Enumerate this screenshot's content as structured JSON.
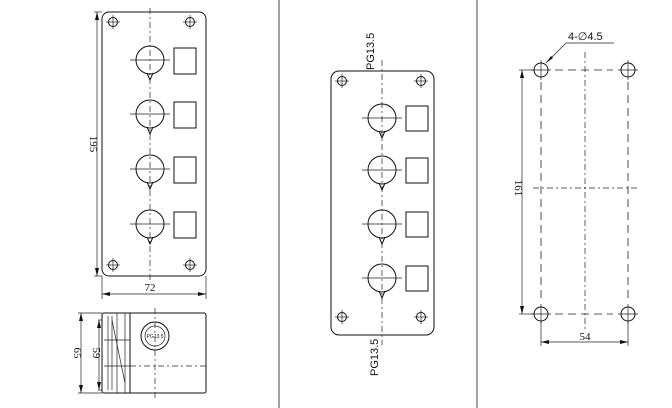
{
  "front_view": {
    "dim_height": "195",
    "dim_width": "72",
    "button_count": 4
  },
  "side_view": {
    "dim_outer_height": "65",
    "dim_inner_height": "59",
    "gland_label": "PG13.5"
  },
  "middle_view": {
    "gland_top_label": "PG13.5",
    "gland_bottom_label": "PG13.5",
    "button_count": 4
  },
  "mounting_view": {
    "hole_callout": "4-∅4.5",
    "dim_height": "161",
    "dim_width": "54"
  }
}
